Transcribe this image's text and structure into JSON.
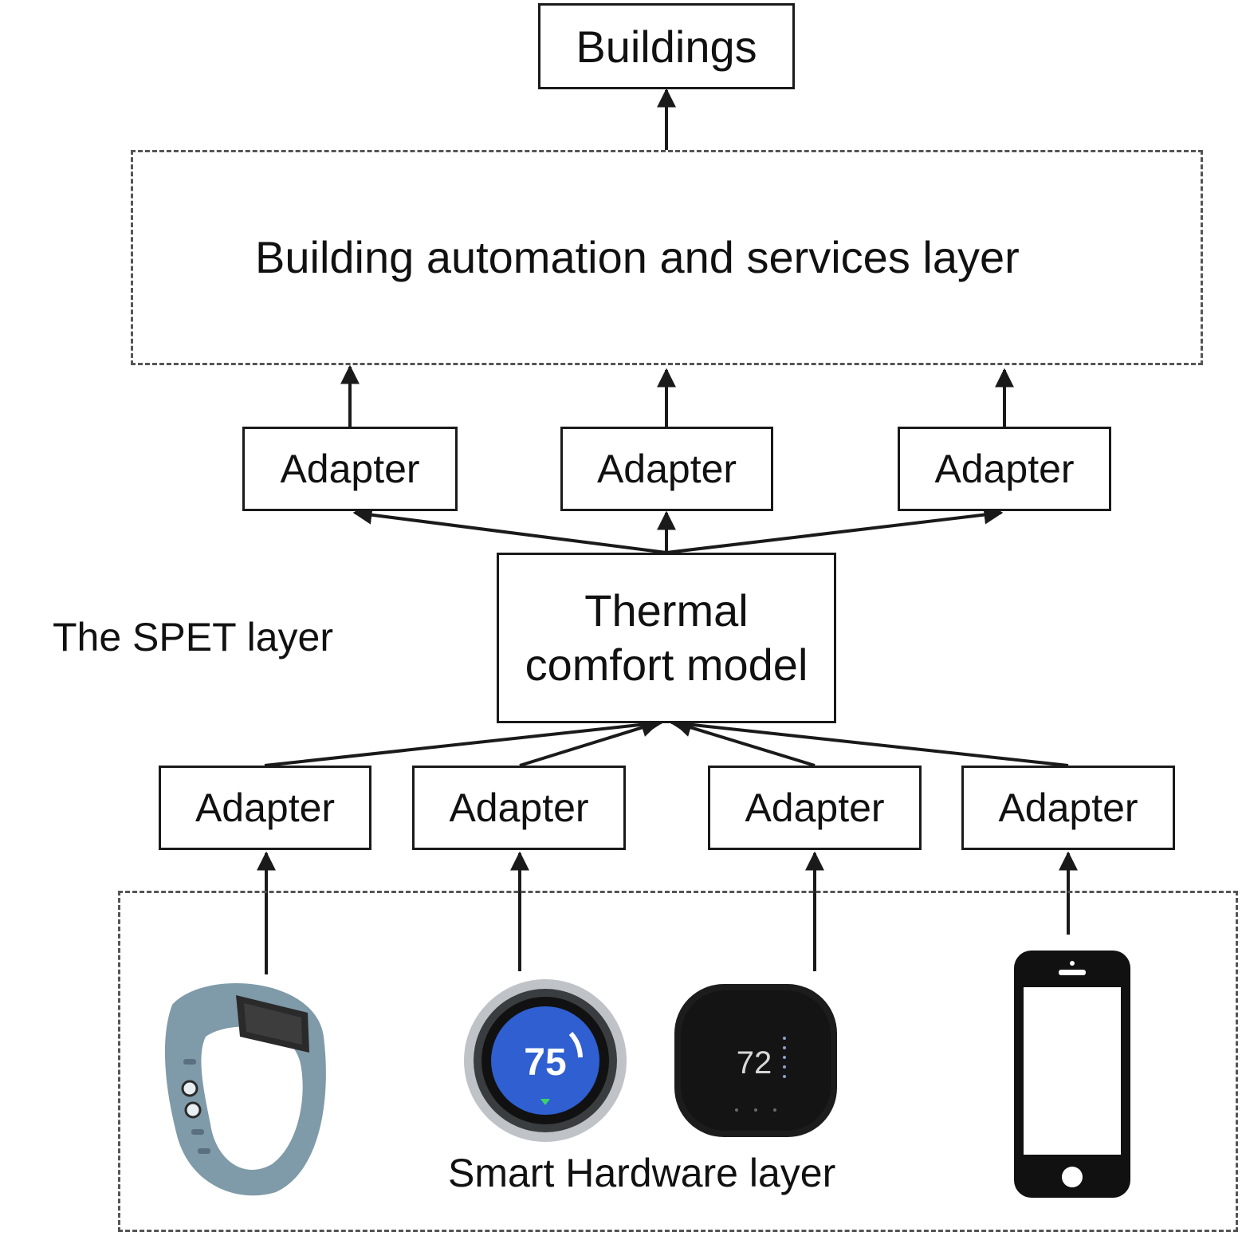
{
  "diagram": {
    "top_box": "Buildings",
    "services_layer": "Building automation and services layer",
    "upper_adapters": [
      "Adapter",
      "Adapter",
      "Adapter"
    ],
    "model_box": [
      "Thermal",
      "comfort model"
    ],
    "spet_layer": "The SPET layer",
    "lower_adapters": [
      "Adapter",
      "Adapter",
      "Adapter",
      "Adapter"
    ],
    "hardware_layer": "Smart Hardware layer",
    "devices": [
      {
        "name": "fitness-band-icon"
      },
      {
        "name": "nest-thermostat-icon",
        "reading": "75"
      },
      {
        "name": "ecobee-thermostat-icon",
        "reading": "72"
      },
      {
        "name": "smartphone-icon"
      }
    ],
    "colors": {
      "line": "#1a1a1a",
      "dash": "#555555",
      "band": "#7f9aa8",
      "nest_face": "#2f5fd0",
      "ecobee_body": "#1c1c1c"
    }
  }
}
